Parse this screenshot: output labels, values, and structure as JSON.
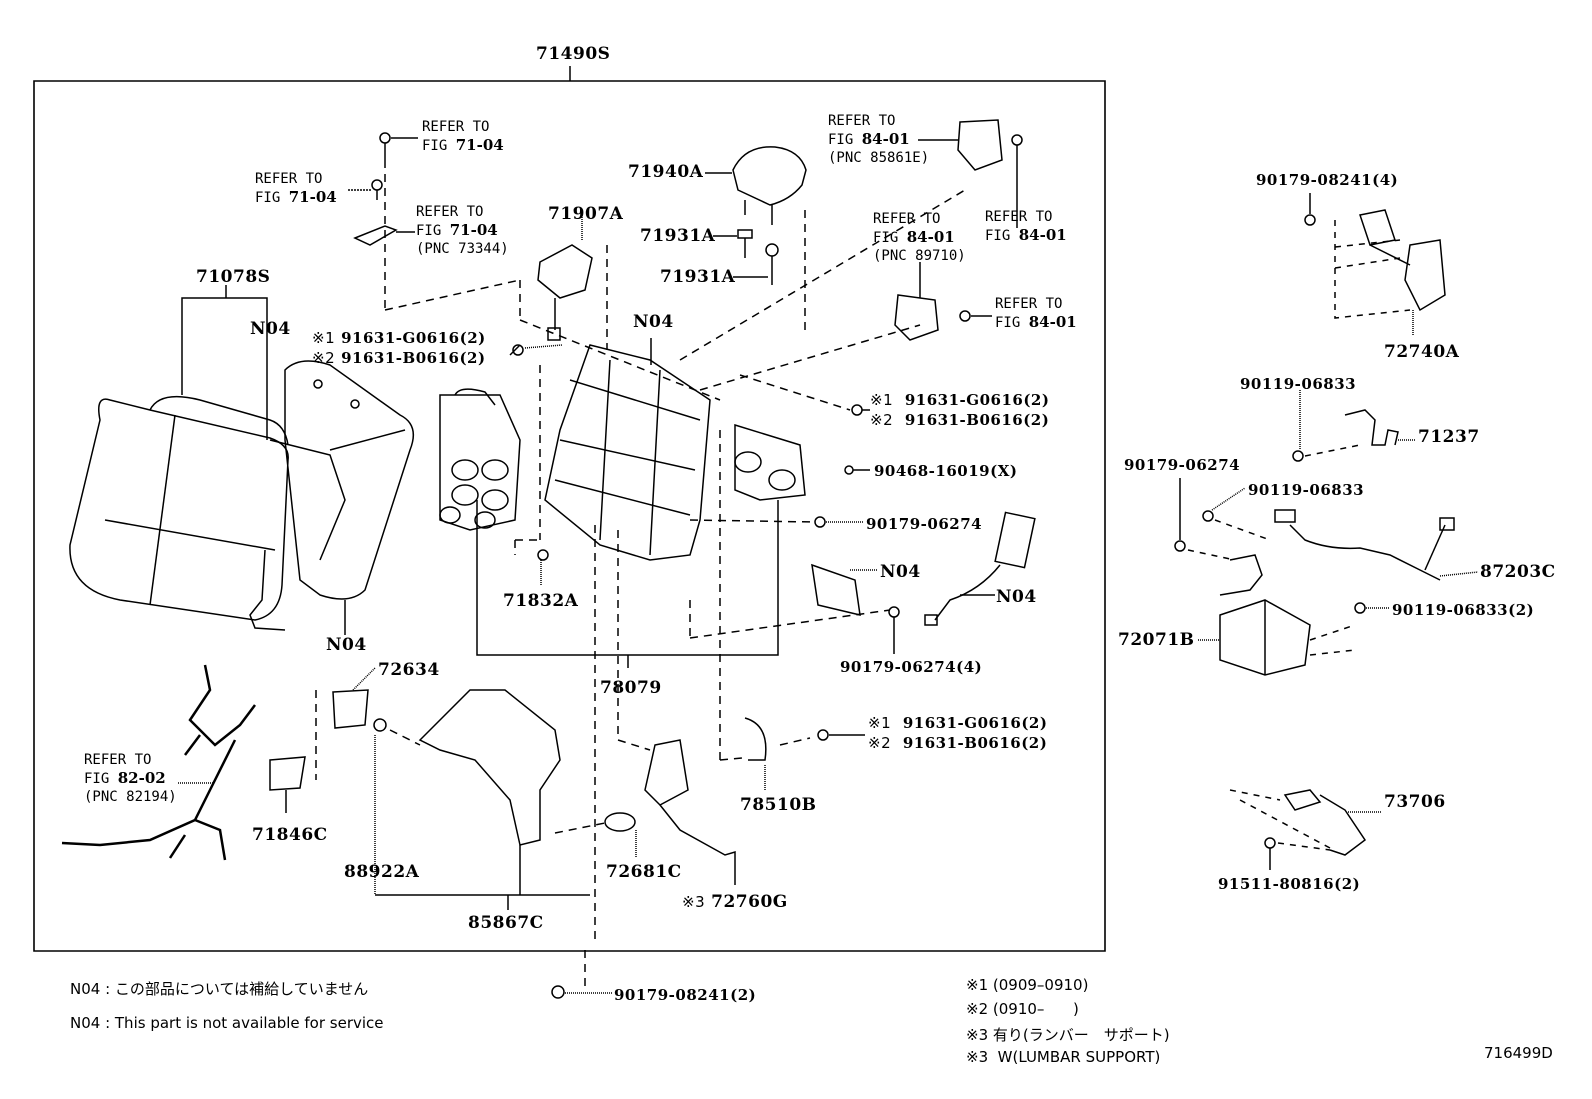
{
  "diagram": {
    "assembly_label": "71490S",
    "diagram_code": "716499D",
    "colors": {
      "line": "#000000",
      "background": "#ffffff"
    }
  },
  "parts": {
    "p71078S": "71078S",
    "p71907A": "71907A",
    "p71940A": "71940A",
    "p71931A_1": "71931A",
    "p71931A_2": "71931A",
    "p71832A": "71832A",
    "p78079": "78079",
    "p72634": "72634",
    "p71846C": "71846C",
    "p88922A": "88922A",
    "p85867C": "85867C",
    "p72681C": "72681C",
    "p72760G": "72760G",
    "p78510B": "78510B",
    "p72740A": "72740A",
    "p71237": "71237",
    "p87203C": "87203C",
    "p72071B": "72071B",
    "p73706": "73706",
    "n04_a": "N04",
    "n04_b": "N04",
    "n04_c": "N04",
    "n04_d": "N04",
    "n04_e": "N04",
    "b90468": "90468-16019(X)",
    "b90179_06274_a": "90179-06274",
    "b90179_06274_4": "90179-06274(4)",
    "b90179_08241_2": "90179-08241(2)",
    "b90179_08241_4": "90179-08241(4)",
    "b90119_06833_a": "90119-06833",
    "b90119_06833_b": "90119-06833",
    "b90119_06833_2": "90119-06833(2)",
    "b90179_06274_r": "90179-06274",
    "b91511": "91511-80816(2)",
    "bolt_g": "91631-G0616(2)",
    "bolt_b": "91631-B0616(2)",
    "mark1": "※1",
    "mark2": "※2",
    "mark3": "※3"
  },
  "refs": {
    "refer_to": "REFER TO",
    "fig": "FIG",
    "fig_71_04": "71-04",
    "fig_84_01": "84-01",
    "fig_82_02": "82-02",
    "pnc_73344": "(PNC 73344)",
    "pnc_85861E": "(PNC 85861E)",
    "pnc_89710": "(PNC 89710)",
    "pnc_82194": "(PNC 82194)"
  },
  "notes": {
    "n04_jp": "N04 : この部品については補給していません",
    "n04_en": "N04 : This part is not available for service",
    "legend": [
      "※1 (0909–0910)",
      "※2 (0910–      )",
      "※3 有り(ランバー　サポート)",
      "※3  W(LUMBAR SUPPORT)"
    ]
  }
}
